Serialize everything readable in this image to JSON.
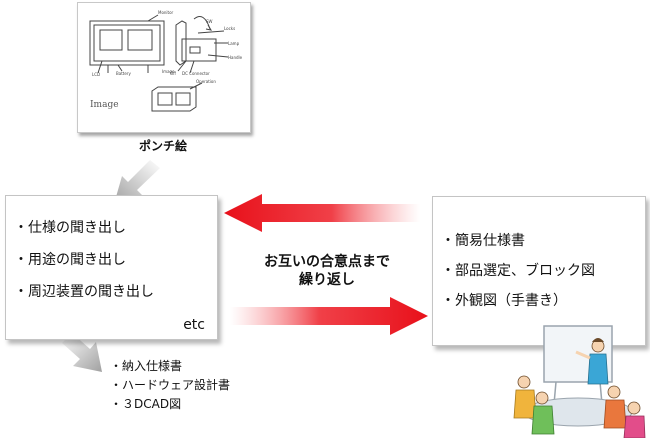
{
  "sketch": {
    "caption": "ポンチ絵",
    "annotations": {
      "top_label": "Monitor",
      "switch": "SW",
      "battery": "Battery",
      "lcd": "LCD",
      "image": "Image",
      "image_small": "Image",
      "off": "Off",
      "connector": "DC Connector",
      "lamp": "Lamp",
      "handle": "Handle",
      "operation": "Operation",
      "lcd_side": "Locks"
    }
  },
  "left_box": {
    "items": [
      "仕様の聞き出し",
      "用途の聞き出し",
      "周辺装置の聞き出し"
    ],
    "etc": "etc"
  },
  "right_box": {
    "items": [
      "簡易仕様書",
      "部品選定、ブロック図",
      "外観図（手書き）"
    ]
  },
  "center": {
    "line1": "お互いの合意点まで",
    "line2": "繰り返し"
  },
  "outputs": [
    "納入仕様書",
    "ハードウェア設計書",
    "３DCAD図"
  ],
  "colors": {
    "arrow_red": "#e8101a",
    "arrow_gray": "#a8a8a8"
  }
}
